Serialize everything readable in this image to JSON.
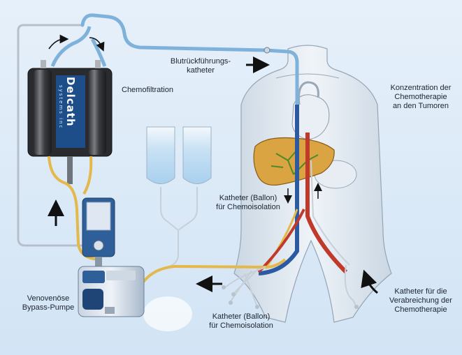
{
  "labels": {
    "blood_return_catheter_line1": "Blutrückführungs-",
    "blood_return_catheter_line2": "katheter",
    "chemofiltration": "Chemofiltration",
    "tumor_concentration_line1": "Konzentration der",
    "tumor_concentration_line2": "Chemotherapie",
    "tumor_concentration_line3": "an den Tumoren",
    "balloon_catheter_upper_line1": "Katheter (Ballon)",
    "balloon_catheter_upper_line2": "für Chemoisolation",
    "pump_line1": "Venovenöse",
    "pump_line2": "Bypass-Pumpe",
    "balloon_catheter_lower_line1": "Katheter (Ballon)",
    "balloon_catheter_lower_line2": "für Chemoisolation",
    "delivery_catheter_line1": "Katheter für die",
    "delivery_catheter_line2": "Verabreichung der",
    "delivery_catheter_line3": "Chemotherapie"
  },
  "filter_brand": {
    "name": "Delcath",
    "sub": "systems inc"
  },
  "colors": {
    "background": "#d9e8f6",
    "tube_blue": "#7fb2db",
    "tube_yellow": "#e4b84a",
    "tube_gray": "#b9c2cc",
    "artery_red": "#c0392b",
    "vein_blue": "#2c5aa0",
    "liver": "#d9a441",
    "arrow": "#111111"
  }
}
